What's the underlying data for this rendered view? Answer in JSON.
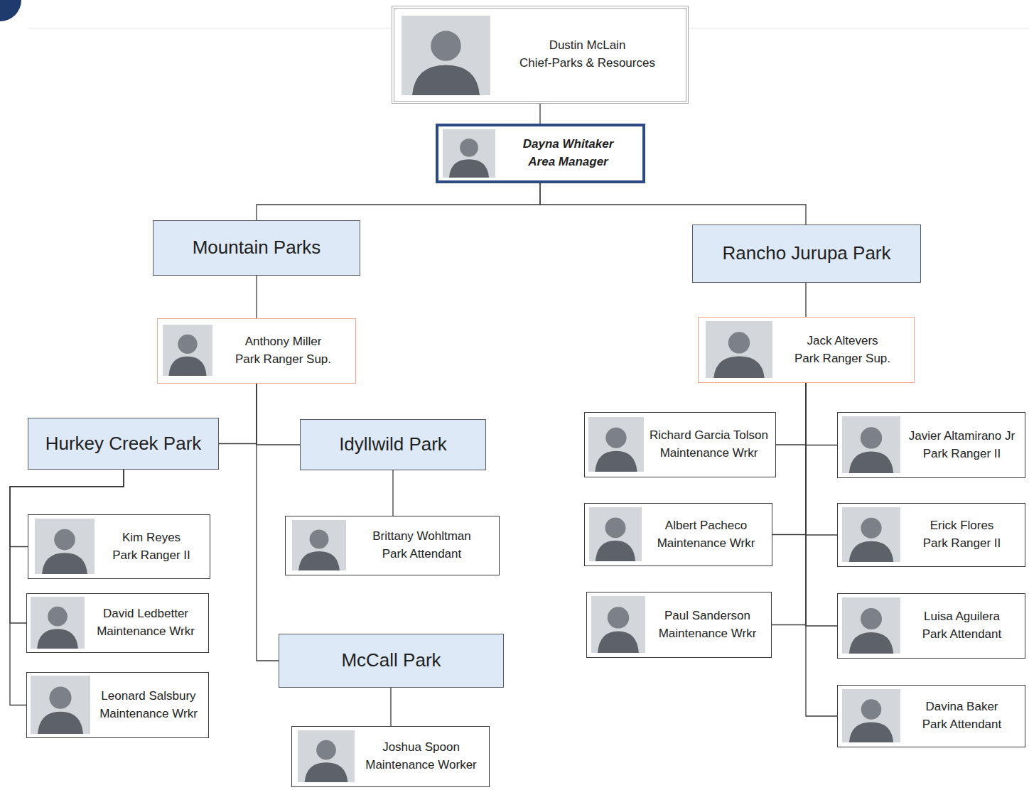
{
  "diagram": {
    "nodes": [
      {
        "text": [
          "Dustin McLain",
          "Chief-Parks & Resources"
        ]
      },
      {
        "text": [
          "Dayna Whitaker",
          "Area Manager"
        ]
      },
      {
        "text": [
          "Mountain Parks"
        ]
      },
      {
        "text": [
          "Rancho Jurupa Park"
        ]
      },
      {
        "text": [
          "Anthony Miller",
          "Park Ranger Sup."
        ]
      },
      {
        "text": [
          "Jack Altevers",
          "Park Ranger Sup."
        ]
      },
      {
        "text": [
          "Hurkey Creek Park"
        ]
      },
      {
        "text": [
          "Idyllwild Park"
        ]
      },
      {
        "text": [
          "Richard Garcia Tolson",
          "Maintenance Wrkr"
        ]
      },
      {
        "text": [
          "Javier Altamirano Jr",
          "Park Ranger II"
        ]
      },
      {
        "text": [
          "Kim Reyes",
          "Park Ranger II"
        ]
      },
      {
        "text": [
          "Brittany Wohltman",
          "Park Attendant"
        ]
      },
      {
        "text": [
          "Albert Pacheco",
          "Maintenance Wrkr"
        ]
      },
      {
        "text": [
          "Erick Flores",
          "Park Ranger II"
        ]
      },
      {
        "text": [
          "David Ledbetter",
          "Maintenance Wrkr"
        ]
      },
      {
        "text": [
          "Paul Sanderson",
          "Maintenance Wrkr"
        ]
      },
      {
        "text": [
          "Luisa Aguilera",
          "Park Attendant"
        ]
      },
      {
        "text": [
          "McCall Park"
        ]
      },
      {
        "text": [
          "Leonard Salsbury",
          "Maintenance Wrkr"
        ]
      },
      {
        "text": [
          "Davina Baker",
          "Park Attendant"
        ]
      },
      {
        "text": [
          "Joshua Spoon",
          "Maintenance Worker"
        ]
      }
    ],
    "edges": [
      {
        "from": 0,
        "to": 1,
        "arrow": "none"
      },
      {
        "from": 1,
        "to": 2,
        "arrow": "none"
      },
      {
        "from": 1,
        "to": 3,
        "arrow": "none"
      },
      {
        "from": 2,
        "to": 4,
        "arrow": "none"
      },
      {
        "from": 3,
        "to": 5,
        "arrow": "none"
      },
      {
        "from": 4,
        "to": 6,
        "arrow": "none"
      },
      {
        "from": 4,
        "to": 7,
        "arrow": "none"
      },
      {
        "from": 4,
        "to": 17,
        "arrow": "none"
      },
      {
        "from": 6,
        "to": 10,
        "arrow": "none"
      },
      {
        "from": 6,
        "to": 14,
        "arrow": "none"
      },
      {
        "from": 6,
        "to": 18,
        "arrow": "none"
      },
      {
        "from": 7,
        "to": 11,
        "arrow": "none"
      },
      {
        "from": 17,
        "to": 20,
        "arrow": "none"
      },
      {
        "from": 5,
        "to": 8,
        "arrow": "none"
      },
      {
        "from": 5,
        "to": 9,
        "arrow": "none"
      },
      {
        "from": 5,
        "to": 12,
        "arrow": "none"
      },
      {
        "from": 5,
        "to": 13,
        "arrow": "none"
      },
      {
        "from": 5,
        "to": 15,
        "arrow": "none"
      },
      {
        "from": 5,
        "to": 16,
        "arrow": "none"
      },
      {
        "from": 5,
        "to": 19,
        "arrow": "none"
      }
    ]
  }
}
